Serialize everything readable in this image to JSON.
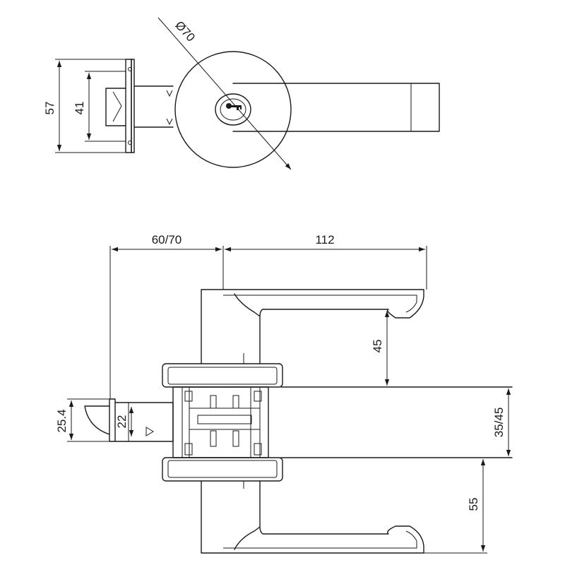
{
  "dimensions": {
    "top_height_outer": "57",
    "top_height_inner": "41",
    "rose_diameter": "Ø70",
    "backset": "60/70",
    "lever_length": "112",
    "upper_lever_height": "45",
    "latch_face": "25.4",
    "latch_bolt": "22",
    "door_thickness": "35/45",
    "lower_lever_height": "55"
  },
  "colors": {
    "line": "#1a1a1a",
    "background": "#ffffff"
  }
}
